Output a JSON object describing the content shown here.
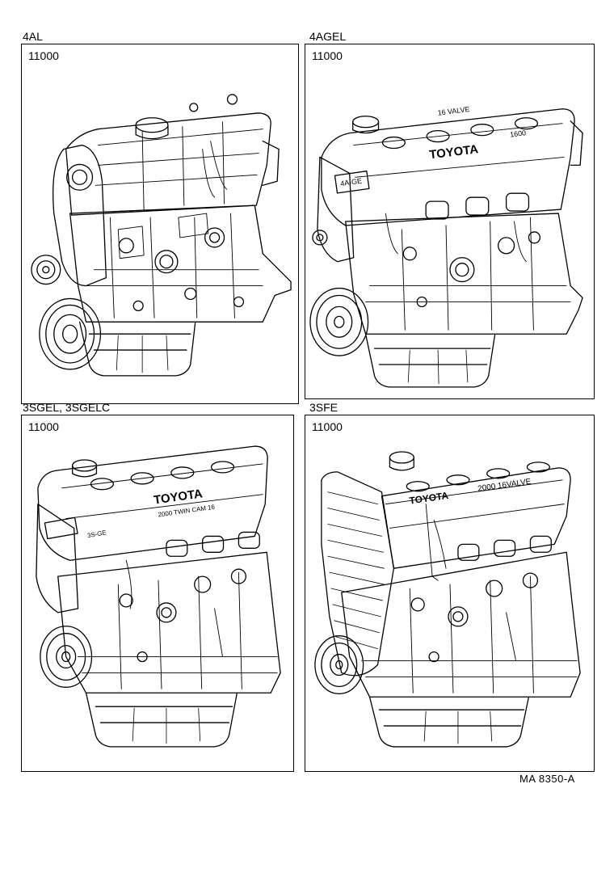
{
  "panels": [
    {
      "engine": "4AL",
      "part_number": "11000",
      "cover_text": []
    },
    {
      "engine": "4AGEL",
      "part_number": "11000",
      "cover_text": [
        "TOYOTA",
        "16 VALVE",
        "1600",
        "4A-GE"
      ]
    },
    {
      "engine": "3SGEL, 3SGELC",
      "part_number": "11000",
      "cover_text": [
        "TOYOTA",
        "2000 TWIN CAM 16",
        "3S-GE"
      ]
    },
    {
      "engine": "3SFE",
      "part_number": "11000",
      "cover_text": [
        "TOYOTA",
        "2000 16VALVE"
      ]
    }
  ],
  "diagram_code": "MA 8350-A"
}
